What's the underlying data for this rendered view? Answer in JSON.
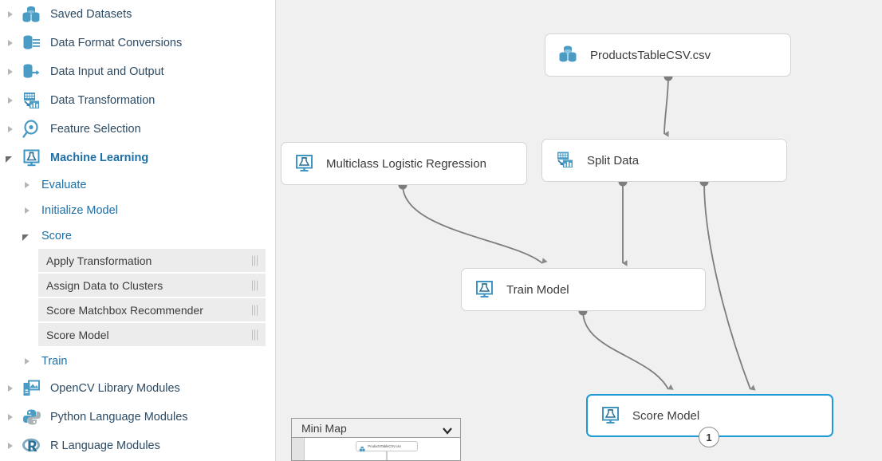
{
  "sidebar": {
    "categories": [
      {
        "label": "Saved Datasets",
        "icon": "saved-datasets-icon",
        "state": "collapsed"
      },
      {
        "label": "Data Format Conversions",
        "icon": "data-format-conversions-icon",
        "state": "collapsed"
      },
      {
        "label": "Data Input and Output",
        "icon": "data-input-output-icon",
        "state": "collapsed"
      },
      {
        "label": "Data Transformation",
        "icon": "data-transformation-icon",
        "state": "collapsed"
      },
      {
        "label": "Feature Selection",
        "icon": "feature-selection-icon",
        "state": "collapsed"
      },
      {
        "label": "Machine Learning",
        "icon": "machine-learning-icon",
        "state": "expanded"
      }
    ],
    "machine_learning_subgroups": [
      {
        "label": "Evaluate",
        "state": "collapsed"
      },
      {
        "label": "Initialize Model",
        "state": "collapsed"
      },
      {
        "label": "Score",
        "state": "expanded"
      },
      {
        "label": "Train",
        "state": "collapsed"
      }
    ],
    "score_modules": [
      {
        "label": "Apply Transformation"
      },
      {
        "label": "Assign Data to Clusters"
      },
      {
        "label": "Score Matchbox Recommender"
      },
      {
        "label": "Score Model"
      }
    ],
    "bottom_categories": [
      {
        "label": "OpenCV Library Modules",
        "icon": "opencv-icon",
        "state": "collapsed"
      },
      {
        "label": "Python Language Modules",
        "icon": "python-icon",
        "state": "collapsed"
      },
      {
        "label": "R Language Modules",
        "icon": "r-language-icon",
        "state": "collapsed"
      }
    ]
  },
  "canvas": {
    "nodes": [
      {
        "id": "dataset",
        "label": "ProductsTableCSV.csv",
        "icon": "dataset-icon",
        "selected": false
      },
      {
        "id": "mlr",
        "label": "Multiclass Logistic Regression",
        "icon": "experiment-icon",
        "selected": false
      },
      {
        "id": "split",
        "label": "Split Data",
        "icon": "data-transformation-icon",
        "selected": false
      },
      {
        "id": "train",
        "label": "Train Model",
        "icon": "experiment-icon",
        "selected": false
      },
      {
        "id": "score",
        "label": "Score Model",
        "icon": "experiment-icon",
        "selected": true,
        "badge": "1"
      }
    ]
  },
  "minimap": {
    "title": "Mini Map",
    "chevron": "chevron-down-icon",
    "nodes": [
      {
        "label": "ProductsTableCSV.csv"
      }
    ]
  },
  "colors": {
    "accent": "#1d6fa5",
    "selection": "#1b9ad6",
    "canvas_bg": "#f0f0f0",
    "wire": "#7d7d7d",
    "row_bg": "#ececec"
  }
}
